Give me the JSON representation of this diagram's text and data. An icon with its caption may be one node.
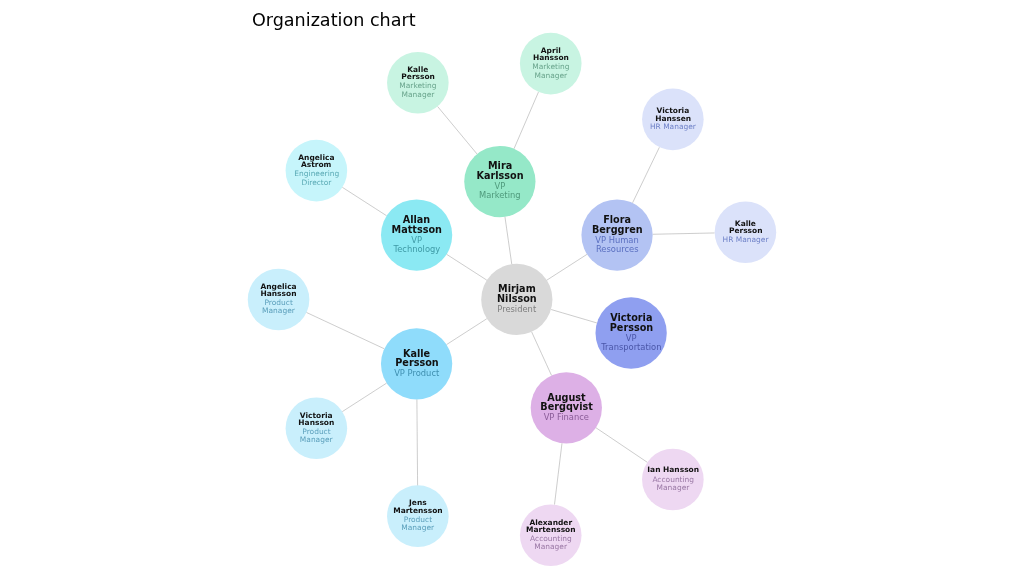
{
  "diagram": {
    "title": "Organization chart",
    "nodes": [
      {
        "text": [
          "Mirjam Nilsson",
          "President"
        ]
      },
      {
        "text": [
          "Flora Berggren",
          "VP Human Resources"
        ]
      },
      {
        "text": [
          "Kalle Persson",
          "HR Manager"
        ]
      },
      {
        "text": [
          "Victoria Hanssen",
          "HR Manager"
        ]
      },
      {
        "text": [
          "Mira Karlsson",
          "VP Marketing"
        ]
      },
      {
        "text": [
          "April Hansson",
          "Marketing Manager"
        ]
      },
      {
        "text": [
          "Kalle Persson",
          "Marketing Manager"
        ]
      },
      {
        "text": [
          "Allan Mattsson",
          "VP Technology"
        ]
      },
      {
        "text": [
          "Angelica Astrom",
          "Engineering Director"
        ]
      },
      {
        "text": [
          "Kalle Persson",
          "VP Product"
        ]
      },
      {
        "text": [
          "Angelica Hansson",
          "Product Manager"
        ]
      },
      {
        "text": [
          "Victoria Hansson",
          "Product Manager"
        ]
      },
      {
        "text": [
          "Jens Martensson",
          "Product Manager"
        ]
      },
      {
        "text": [
          "August Bergqvist",
          "VP Finance"
        ]
      },
      {
        "text": [
          "Alexander Martensson",
          "Accounting Manager"
        ]
      },
      {
        "text": [
          "Ian Hansson",
          "Accounting Manager"
        ]
      },
      {
        "text": [
          "Victoria Persson",
          "VP Transportation"
        ]
      }
    ],
    "edges": [
      {
        "from": 0,
        "to": 1,
        "arrow": "none"
      },
      {
        "from": 1,
        "to": 2,
        "arrow": "none"
      },
      {
        "from": 1,
        "to": 3,
        "arrow": "none"
      },
      {
        "from": 0,
        "to": 4,
        "arrow": "none"
      },
      {
        "from": 4,
        "to": 5,
        "arrow": "none"
      },
      {
        "from": 4,
        "to": 6,
        "arrow": "none"
      },
      {
        "from": 0,
        "to": 7,
        "arrow": "none"
      },
      {
        "from": 7,
        "to": 8,
        "arrow": "none"
      },
      {
        "from": 0,
        "to": 9,
        "arrow": "none"
      },
      {
        "from": 9,
        "to": 10,
        "arrow": "none"
      },
      {
        "from": 9,
        "to": 11,
        "arrow": "none"
      },
      {
        "from": 9,
        "to": 12,
        "arrow": "none"
      },
      {
        "from": 0,
        "to": 13,
        "arrow": "none"
      },
      {
        "from": 13,
        "to": 14,
        "arrow": "none"
      },
      {
        "from": 13,
        "to": 15,
        "arrow": "none"
      },
      {
        "from": 0,
        "to": 16,
        "arrow": "none"
      }
    ]
  }
}
